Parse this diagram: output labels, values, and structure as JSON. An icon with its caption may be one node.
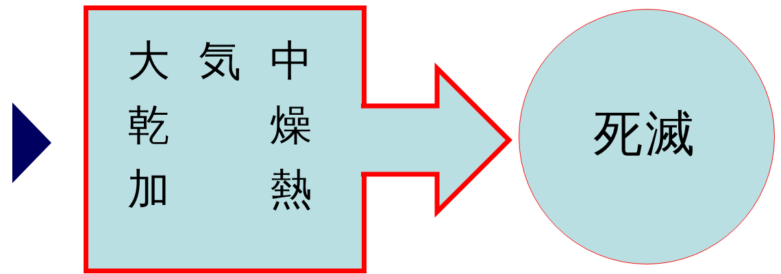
{
  "diagram": {
    "nodes": [
      {
        "text": [],
        "shape": "triangle"
      },
      {
        "text": [
          "大気中乾燥加熱"
        ]
      },
      {
        "text": [
          "死滅"
        ]
      }
    ],
    "edges": [
      {
        "from": 1,
        "to": 2,
        "arrow": "to"
      }
    ]
  }
}
